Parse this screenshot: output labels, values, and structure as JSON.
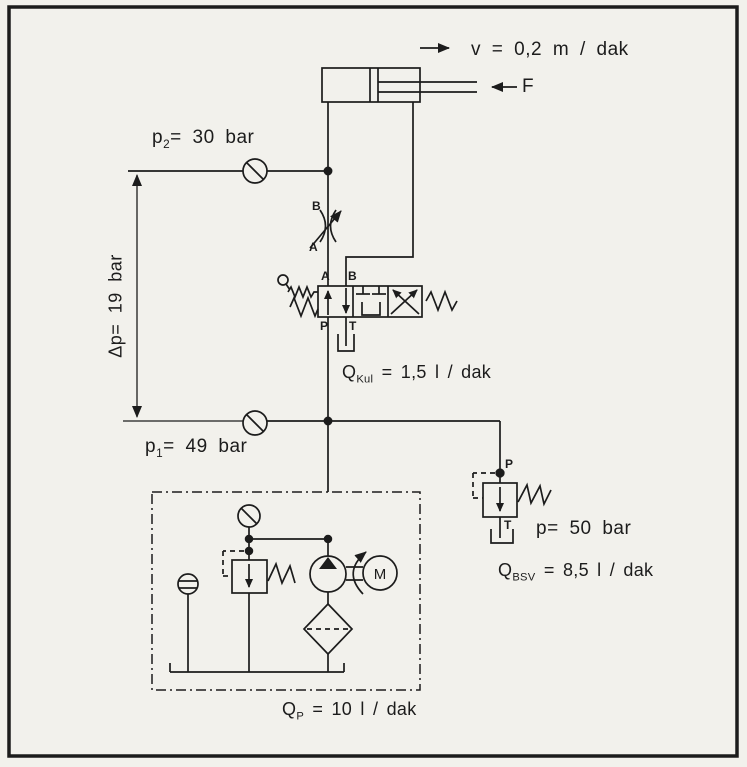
{
  "colors": {
    "paper": "#f2f1ec",
    "ink": "#1c1c1c"
  },
  "annotations": {
    "velocity": "v = 0,2 m / dak",
    "force": "F",
    "p2_base": "p",
    "p2_sub": "2",
    "p2_rest": "= 30 bar",
    "dp": "Δp= 19 bar",
    "p1_base": "p",
    "p1_sub": "1",
    "p1_rest": "= 49 bar",
    "q_kul_base": "Q",
    "q_kul_sub": "Kul",
    "q_kul_rest": " = 1,5 l / dak",
    "p_bsv": "p= 50 bar",
    "q_bsv_base": "Q",
    "q_bsv_sub": "BSV",
    "q_bsv_rest": " = 8,5 l / dak",
    "q_p_base": "Q",
    "q_p_sub": "P",
    "q_p_rest": " = 10 l / dak"
  },
  "ports": {
    "throttle_b": "B",
    "throttle_a": "A",
    "dcv_a": "A",
    "dcv_b": "B",
    "dcv_p": "P",
    "dcv_t": "T",
    "bsv_p": "P",
    "bsv_t": "T"
  },
  "components": {
    "motor_letter": "M"
  }
}
